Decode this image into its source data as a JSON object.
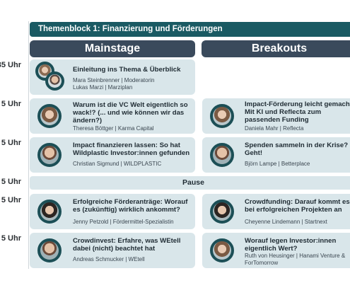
{
  "block_title": "Themenblock 1: Finanzierung und Förderungen",
  "columns": {
    "main": "Mainstage",
    "breakouts": "Breakouts"
  },
  "times": [
    "35 Uhr",
    "5 Uhr",
    "5 Uhr",
    "5 Uhr",
    "5 Uhr",
    "5 Uhr"
  ],
  "pause_label": "Pause",
  "sessions": {
    "main_1": {
      "title": "Einleitung ins Thema & Überblick",
      "speaker_1": "Mara Steinbrenner | Moderatorin",
      "speaker_2": "Lukas Marzi | Marziplan"
    },
    "main_2": {
      "title": "Warum ist die VC Welt eigentlich so wack!? (... und wie können wir das ändern?)",
      "speaker": "Theresa Böttger | Karma Capital"
    },
    "main_3": {
      "title": "Impact finanzieren lassen: So hat Wildplastic Investor:innen gefunden",
      "speaker": "Christian Sigmund | WILDPLASTIC"
    },
    "main_4": {
      "title": "Erfolgreiche Förderanträge: Worauf es (zukünftig) wirklich ankommt?",
      "speaker": "Jenny Petzold | Fördermittel-Spezialistin"
    },
    "main_5": {
      "title": "Crowdinvest: Erfahre, was WEtell dabei (nicht) beachtet hat",
      "speaker": "Andreas Schmucker | WEtell"
    },
    "break_2": {
      "title": "Impact-Förderung leicht gemacht: Mit KI und Reflecta zum passenden Funding",
      "speaker": "Daniela Mahr | Reflecta"
    },
    "break_3": {
      "title": "Spenden sammeln in der Krise? Geht!",
      "speaker": "Björn Lampe | Betterplace"
    },
    "break_4": {
      "title": "Crowdfunding: Darauf kommt es bei erfolgreichen Projekten an",
      "speaker": "Cheyenne Lindemann | Startnext"
    },
    "break_5": {
      "title": "Worauf legen Investor:innen eigentlich Wert?",
      "speaker": "Ruth von Heusinger | Hanami Venture & ForTomorrow"
    }
  },
  "colors": {
    "header_teal": "#1a5a63",
    "column_header": "#3a4a5c",
    "card_bg": "#d9e6ea"
  }
}
